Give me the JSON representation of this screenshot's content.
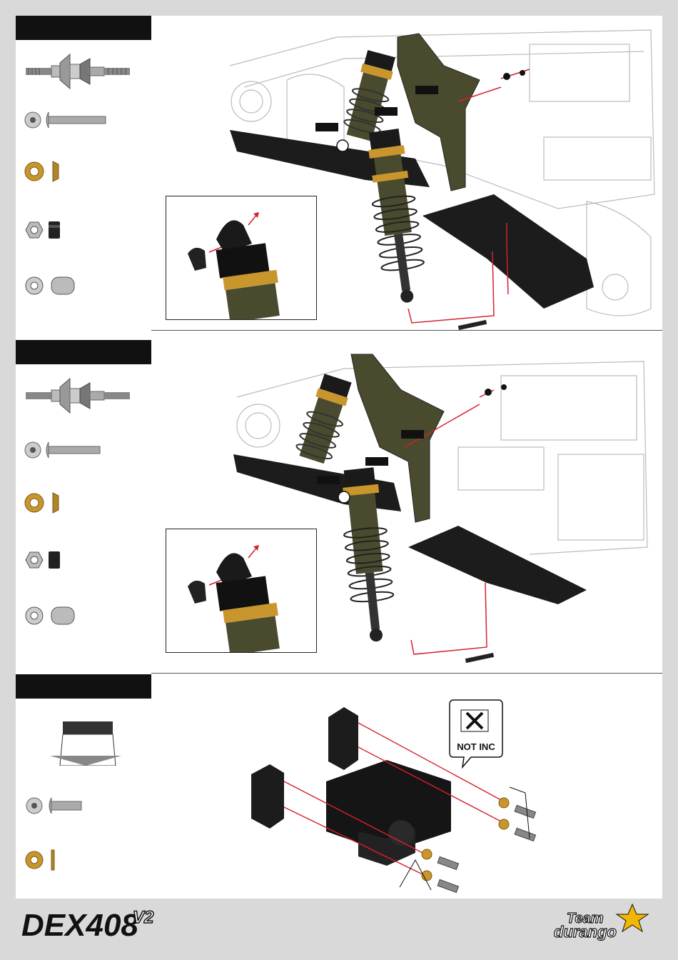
{
  "steps": [
    {
      "header_text": ""
    },
    {
      "header_text": ""
    },
    {
      "header_text": ""
    }
  ],
  "icons": {
    "ballstud_long": "ball-stud-icon",
    "button_screw": "button-head-screw-icon",
    "washer_gold": "gold-washer-icon",
    "lock_nut": "lock-nut-icon",
    "ball_end": "pivot-ball-icon",
    "servo_tape": "servo-tape-icon"
  },
  "servo_callout": {
    "label": "NOT INC"
  },
  "brand": {
    "model_logo": "DEX408",
    "model_version": "V2",
    "team_logo_line1": "Team",
    "team_logo_line2": "durango"
  },
  "colors": {
    "accent_red": "#d6202a",
    "gold": "#c8962c",
    "shock_body": "#4a4a2e",
    "dark_plastic": "#1c1c1c"
  }
}
